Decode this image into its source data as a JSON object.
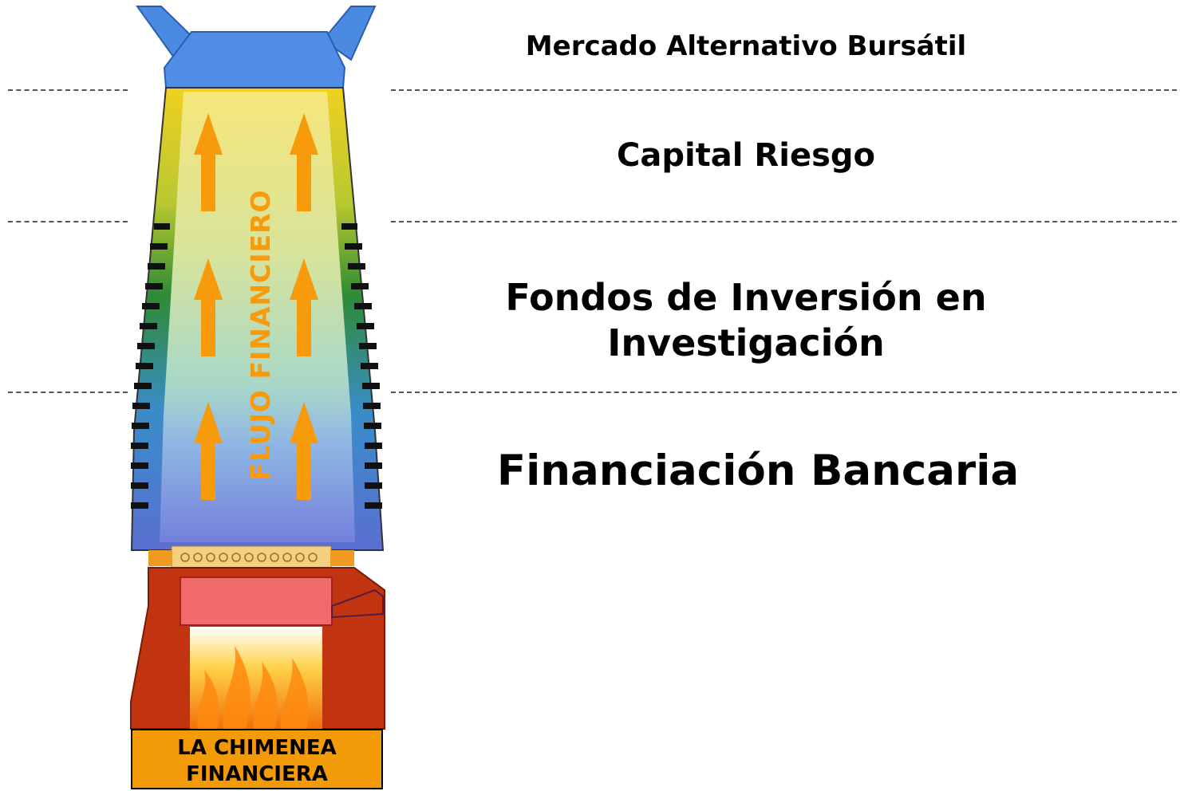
{
  "levels": [
    {
      "label": "Mercado Alternativo Bursátil"
    },
    {
      "label": "Capital Riesgo"
    },
    {
      "label": "Fondos de Inversión en Investigación"
    },
    {
      "label": "Financiación Bancaria"
    }
  ],
  "flow_label": "FLUJO FINANCIERO",
  "caption": {
    "line1": "LA CHIMENEA",
    "line2": "FINANCIERA"
  },
  "colors": {
    "flow_arrows": "#f79a0c",
    "top_cap": "#4f8de6",
    "yellow_zone": "#f4e36a",
    "green_zone": "#2f8f3a",
    "blue_zone": "#6b7fd9",
    "brick": "#c2340f",
    "caption_bg": "#f39a08"
  }
}
